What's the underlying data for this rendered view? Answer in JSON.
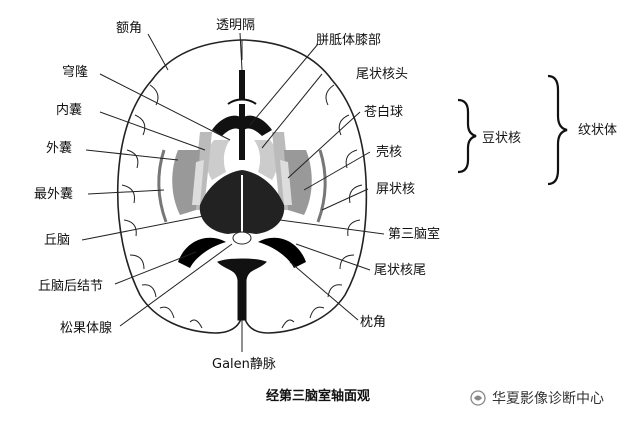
{
  "labels": {
    "forceps_minor": "额角",
    "septum": "透明隔",
    "genu": "胼胝体膝部",
    "fornix": "穹隆",
    "caudate_head": "尾状核头",
    "internal_capsule": "内囊",
    "globus_pallidus": "苍白球",
    "external_capsule": "外囊",
    "putamen": "壳核",
    "extreme_capsule": "最外囊",
    "claustrum": "屏状核",
    "thalamus": "丘脑",
    "third_ventricle": "第三脑室",
    "pulvinar": "丘脑后结节",
    "caudate_tail": "尾状核尾",
    "pineal": "松果体腺",
    "occipital_horn": "枕角",
    "galen_vein": "Galen静脉"
  },
  "groups": {
    "lentiform": "豆状核",
    "striatum": "纹状体"
  },
  "caption": "经第三脑室轴面观",
  "watermark": "华夏影像诊断中心"
}
